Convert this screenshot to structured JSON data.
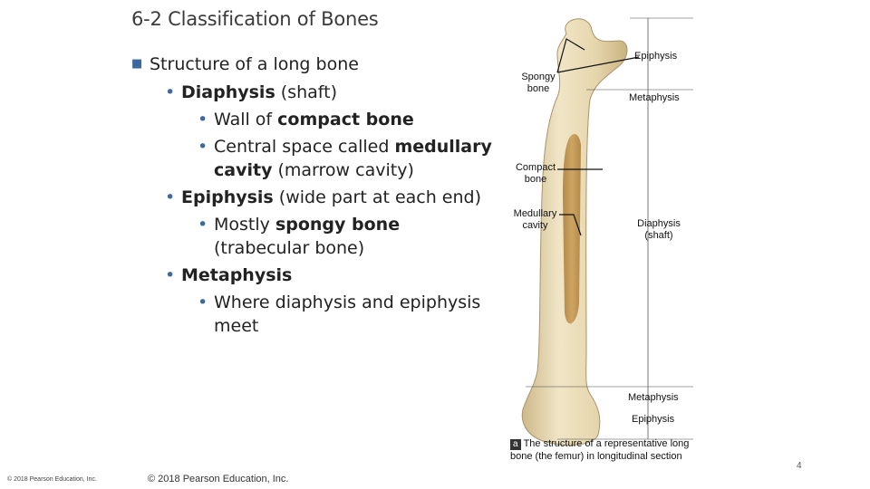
{
  "slide": {
    "title": "6-2 Classification of Bones",
    "page_number": "4"
  },
  "bullets": {
    "structure": "Structure of a long bone",
    "diaphysis_term": "Diaphysis",
    "diaphysis_rest": " (shaft)",
    "wall_pre": "Wall of ",
    "wall_term": "compact bone",
    "central_pre": "Central space called ",
    "central_term1": "medullary",
    "central_term2": "cavity",
    "central_rest": " (marrow cavity)",
    "epiphysis_term": "Epiphysis",
    "epiphysis_rest": " (wide part at each end)",
    "mostly_pre": "Mostly ",
    "mostly_term": "spongy bone",
    "mostly_rest": "(trabecular bone)",
    "metaphysis_term": "Metaphysis",
    "meet_line1": "Where diaphysis and epiphysis",
    "meet_line2": "meet"
  },
  "figure": {
    "labels": {
      "epiphysis_top": "Epiphysis",
      "spongy_1": "Spongy",
      "spongy_2": "bone",
      "metaphysis_top": "Metaphysis",
      "compact_1": "Compact",
      "compact_2": "bone",
      "medullary_1": "Medullary",
      "medullary_2": "cavity",
      "diaphysis_1": "Diaphysis",
      "diaphysis_2": "(shaft)",
      "metaphysis_bottom": "Metaphysis",
      "epiphysis_bottom": "Epiphysis"
    },
    "caption_badge": "a",
    "caption_text": "The structure of a representative long bone (the femur) in longitudinal section",
    "bone_color": "#e9dcb8",
    "marrow_color": "#b8883e"
  },
  "footer": {
    "copyright_small": "© 2018 Pearson Education, Inc.",
    "copyright_main": "© 2018 Pearson Education, Inc."
  }
}
